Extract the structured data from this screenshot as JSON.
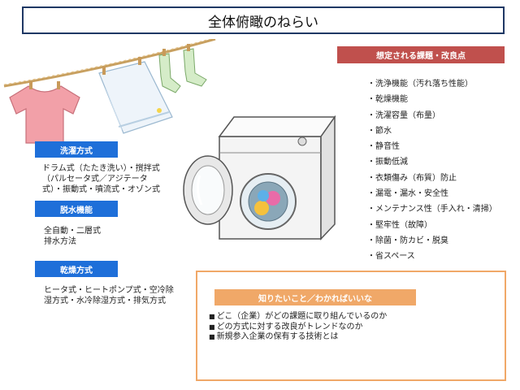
{
  "title": "全体俯瞰のねらい",
  "sections": {
    "washing": {
      "header": "洗濯方式",
      "text": "ドラム式（たたき洗い）・撹拌式\n（パルセータ式／アジテータ\n式）・振動式・噴流式・オゾン式"
    },
    "spin": {
      "header": "脱水機能",
      "text": "全自動・二層式\n排水方法"
    },
    "drying": {
      "header": "乾燥方式",
      "text": "ヒータ式・ヒートポンプ式・空冷除\n湿方式・水冷除湿方式・排気方式"
    }
  },
  "issues": {
    "header": "想定される課題・改良点",
    "items": [
      "洗浄機能（汚れ落ち性能）",
      "乾燥機能",
      "洗濯容量（布量）",
      "節水",
      "静音性",
      "振動低減",
      "衣類傷み（布質）防止",
      "漏電・漏水・安全性",
      "メンテナンス性（手入れ・清掃）",
      "堅牢性（故障）",
      "除菌・防カビ・脱臭",
      "省スペース"
    ]
  },
  "want_to_know": {
    "header": "知りたいこと／わかればいいな",
    "items": [
      "どこ（企業）がどの課題に取り組んでいるのか",
      "どの方式に対する改良がトレンドなのか",
      "新規参入企業の保有する技術とは"
    ]
  },
  "colors": {
    "title_border": "#1f3864",
    "section_header": "#1e6fd9",
    "issues_header": "#c0504d",
    "know_accent": "#f0a868"
  }
}
